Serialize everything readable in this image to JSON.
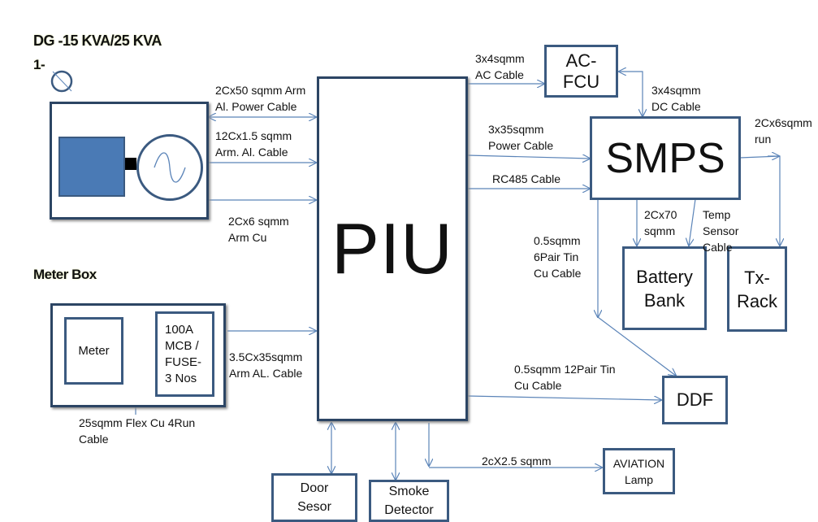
{
  "headings": {
    "dg": "DG -15 KVA/25 KVA",
    "dg_index": "1-",
    "meter_box": "Meter Box"
  },
  "blocks": {
    "piu": "PIU",
    "acfcu": "AC-\nFCU",
    "smps": "SMPS",
    "battery": "Battery\nBank",
    "txrack": "Tx-\nRack",
    "ddf": "DDF",
    "aviation": "AVIATION\nLamp",
    "door": "Door\nSesor",
    "smoke": "Smoke\nDetector",
    "meter": "Meter",
    "mcb": "100A\nMCB /\nFUSE-\n3 Nos"
  },
  "cables": {
    "dg_power": "2Cx50 sqmm Arm\nAl. Power Cable",
    "dg_control": "12Cx1.5 sqmm\nArm. Al. Cable",
    "dg_cu": "2Cx6 sqmm\nArm Cu",
    "meter_piu": "3.5Cx35sqmm\nArm AL. Cable",
    "meter_in": "25sqmm Flex Cu 4Run\nCable",
    "ac_cable": "3x4sqmm\nAC Cable",
    "dc_cable": "3x4sqmm\nDC Cable",
    "power_cable": "3x35sqmm\nPower Cable",
    "rc485": "RC485 Cable",
    "tx_run": "2Cx6sqmm\nrun",
    "battery_cable": "2Cx70\nsqmm",
    "temp_sensor": "Temp\nSensor\nCable",
    "pair6": "0.5sqmm\n6Pair Tin\nCu Cable",
    "pair12": "0.5sqmm 12Pair Tin\nCu Cable",
    "aviation_cable": "2cX2.5 sqmm"
  },
  "colors": {
    "box_border": "#3b5a80",
    "wire": "#5b84b8",
    "engine_fill": "#4a7ab5"
  }
}
